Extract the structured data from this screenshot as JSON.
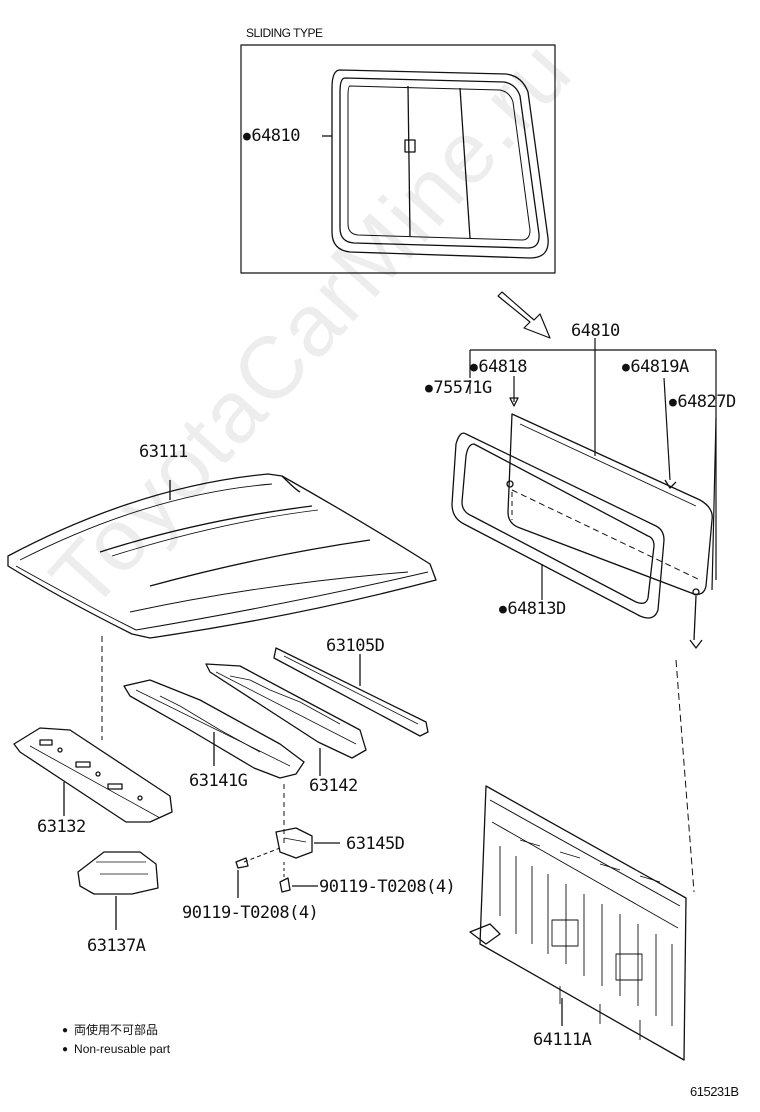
{
  "inset": {
    "title": "SLIDING TYPE",
    "part": "64810"
  },
  "parts": {
    "p64810": "64810",
    "p64818": "64818",
    "p64819A": "64819A",
    "p75571G": "75571G",
    "p64827D": "64827D",
    "p63111": "63111",
    "p64813D": "64813D",
    "p63105D": "63105D",
    "p63141G": "63141G",
    "p63142": "63142",
    "p63132": "63132",
    "p63145D": "63145D",
    "p90119a": "90119-T0208(4)",
    "p90119b": "90119-T0208(4)",
    "p63137A": "63137A",
    "p64111A": "64111A"
  },
  "legend": {
    "line1": "両使用不可部品",
    "line2": "Non-reusable part"
  },
  "figure_id": "615231B",
  "watermark": "ToyotaCarMine.ru"
}
